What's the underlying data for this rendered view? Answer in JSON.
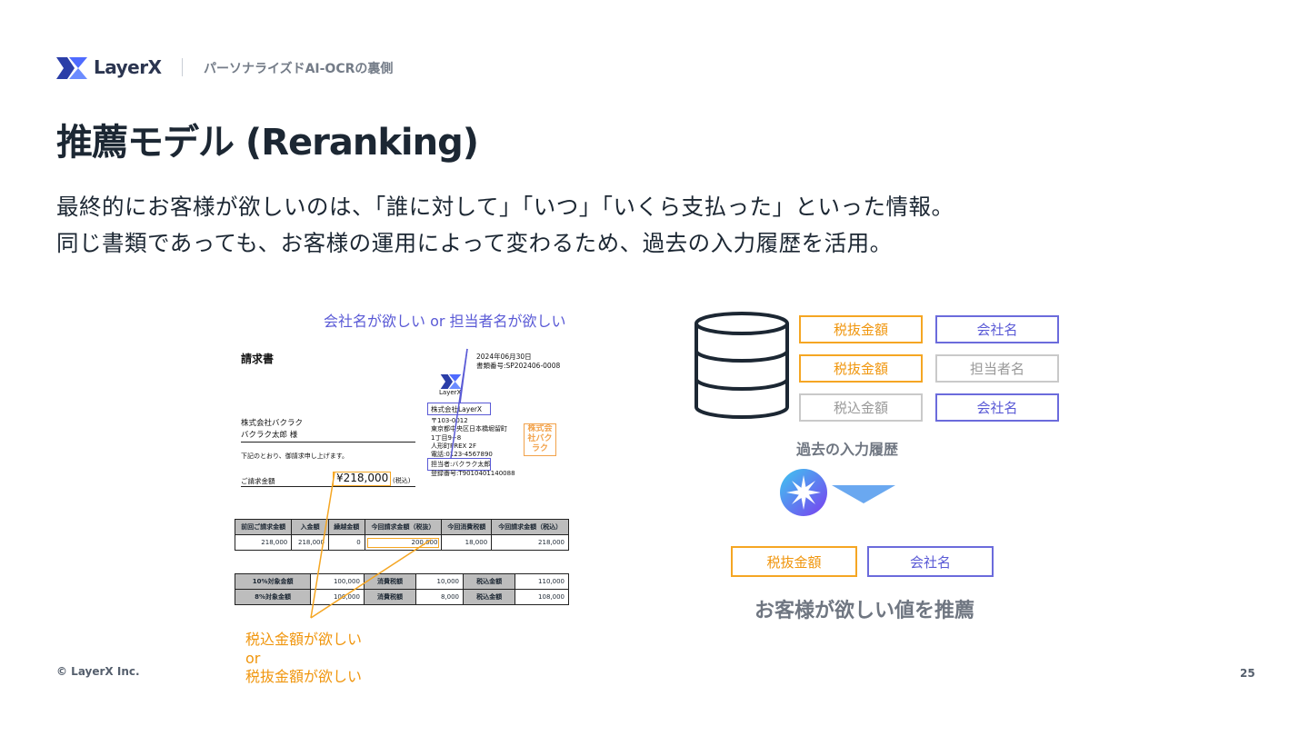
{
  "header": {
    "logo_text": "LayerX",
    "subtitle": "パーソナライズドAI-OCRの裏側"
  },
  "title": "推薦モデル (Reranking)",
  "description": {
    "line1": "最終的にお客様が欲しいのは、「誰に対して」「いつ」「いくら支払った」といった情報。",
    "line2": "同じ書類であっても、お客様の運用によって変わるため、過去の入力履歴を活用。"
  },
  "annotations": {
    "top": "会社名が欲しい or 担当者名が欲しい",
    "bottom_1": "税込金額が欲しい",
    "bottom_or": "or",
    "bottom_2": "税抜金額が欲しい"
  },
  "invoice": {
    "title": "請求書",
    "date": "2024年06月30日",
    "doc_number": "書類番号:SP202406-0008",
    "logo": "LayerX",
    "recipient_company": "株式会社バクラク",
    "recipient_person": "バクラク太郎 様",
    "note": "下記のとおり、御請求申し上げます。",
    "amount_label": "ご請求金額",
    "amount": "¥218,000",
    "tax_note": "(税込)",
    "issuer_company": "株式会社LayerX",
    "issuer_lines": [
      "〒103-0012",
      "東京都中央区日本橋堀留町",
      "1丁目9−8",
      "人形町PREX 2F",
      "電話:0123-4567890"
    ],
    "issuer_person": "担当者:バクラク太郎",
    "reg_number": "登録番号:T9010401140088",
    "stamp": "株式会社バクラク",
    "table1_headers": [
      "前回ご請求金額",
      "入金額",
      "繰越金額",
      "今回請求金額（税抜）",
      "今回消費税額",
      "今回請求金額（税込）"
    ],
    "table1_values": [
      "218,000",
      "218,000",
      "0",
      "200,000",
      "18,000",
      "218,000"
    ],
    "table2_rows": [
      [
        "10%対象金額",
        "100,000",
        "消費税額",
        "10,000",
        "税込金額",
        "110,000"
      ],
      [
        "8%対象金額",
        "100,000",
        "消費税額",
        "8,000",
        "税込金額",
        "108,000"
      ]
    ]
  },
  "history": {
    "rows": [
      [
        {
          "label": "税抜金額",
          "style": "orange"
        },
        {
          "label": "会社名",
          "style": "purple"
        }
      ],
      [
        {
          "label": "税抜金額",
          "style": "orange"
        },
        {
          "label": "担当者名",
          "style": "gray"
        }
      ],
      [
        {
          "label": "税込金額",
          "style": "gray"
        },
        {
          "label": "会社名",
          "style": "purple"
        }
      ]
    ],
    "caption": "過去の入力履歴"
  },
  "result": {
    "tags": [
      {
        "label": "税抜金額",
        "style": "orange"
      },
      {
        "label": "会社名",
        "style": "purple"
      }
    ],
    "caption": "お客様が欲しい値を推薦"
  },
  "colors": {
    "orange": "#f5a623",
    "purple": "#6b6bdc",
    "gray": "#c9c9c9",
    "text": "#1c2733"
  },
  "footer": {
    "copyright": "© LayerX Inc.",
    "page": "25"
  }
}
